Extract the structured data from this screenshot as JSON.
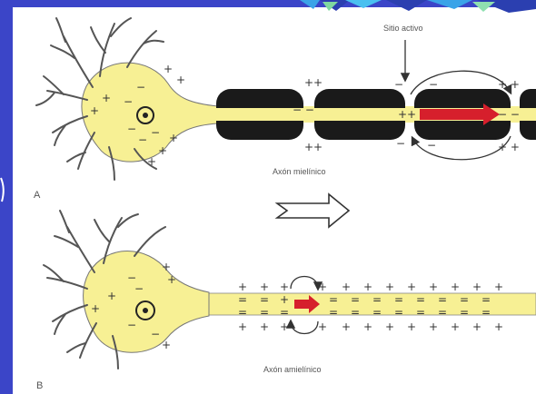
{
  "figure": {
    "panel_a": {
      "letter": "A",
      "axon_label": "Axón mielínico",
      "site_label": "Sitio activo"
    },
    "panel_b": {
      "letter": "B",
      "axon_label": "Axón amielínico"
    }
  },
  "colors": {
    "frame": "#3b45c8",
    "cytoplasm": "#f7f094",
    "myelin": "#1a1a1a",
    "impulse_arrow": "#d61f2c"
  }
}
